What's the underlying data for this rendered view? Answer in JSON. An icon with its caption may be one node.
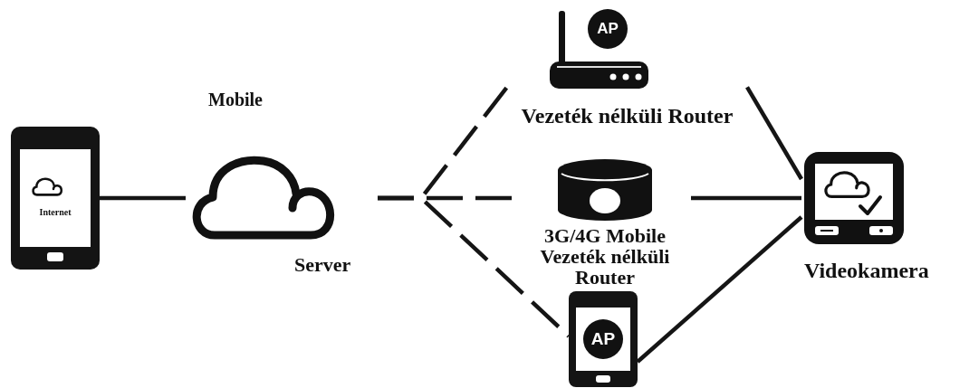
{
  "diagram": {
    "nodes": [
      {
        "text": [
          "Internet"
        ]
      },
      {
        "text": [
          "Mobile",
          "Server"
        ]
      },
      {
        "text": [
          "AP",
          "Vezeték nélküli Router"
        ]
      },
      {
        "text": [
          "3G/4G Mobile Vezeték nélküli Router"
        ]
      },
      {
        "text": [
          "AP"
        ]
      },
      {
        "text": [
          "Videokamera"
        ]
      }
    ],
    "edges": [
      {
        "from": 0,
        "to": 1,
        "arrow": "none"
      },
      {
        "from": 1,
        "to": 2,
        "arrow": "none",
        "style": "dashed"
      },
      {
        "from": 1,
        "to": 3,
        "arrow": "none",
        "style": "dashed"
      },
      {
        "from": 1,
        "to": 4,
        "arrow": "none",
        "style": "dashed"
      },
      {
        "from": 2,
        "to": 5,
        "arrow": "none"
      },
      {
        "from": 3,
        "to": 5,
        "arrow": "none"
      },
      {
        "from": 4,
        "to": 5,
        "arrow": "none"
      }
    ]
  }
}
